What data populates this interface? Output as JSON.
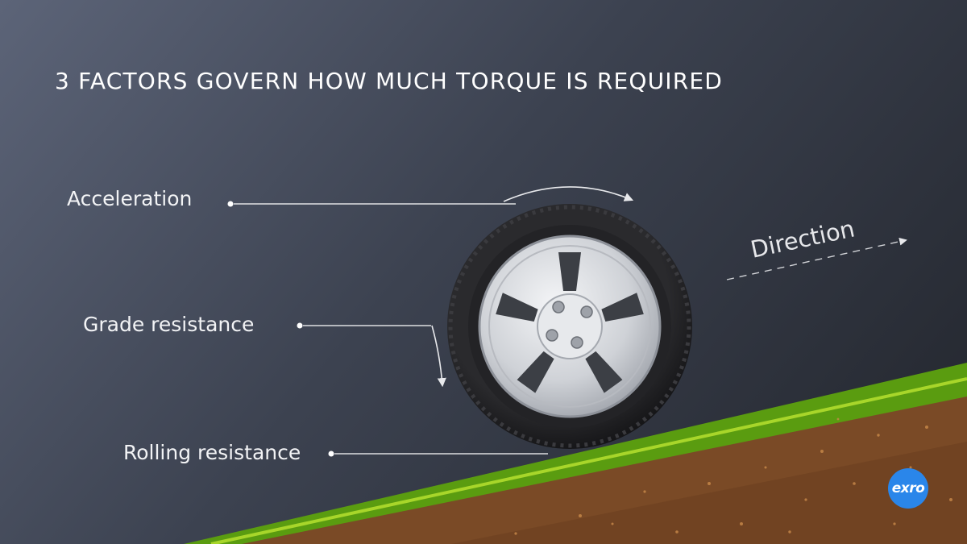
{
  "title": "3 FACTORS GOVERN HOW MUCH TORQUE IS REQUIRED",
  "factors": {
    "acceleration": "Acceleration",
    "grade": "Grade resistance",
    "rolling": "Rolling resistance"
  },
  "direction_label": "Direction",
  "logo_text": "exro",
  "icons": [
    "tire-icon",
    "exro-logo-icon"
  ],
  "colors": {
    "background_light": "#5c6478",
    "background_dark": "#22252c",
    "grass": "#5a9c10",
    "grass_highlight": "#a8d62a",
    "soil": "#7a4a26",
    "tire": "#1c1c1e",
    "rim": "#d6d8dc",
    "logo": "#2a86ea",
    "text": "#ffffff"
  }
}
